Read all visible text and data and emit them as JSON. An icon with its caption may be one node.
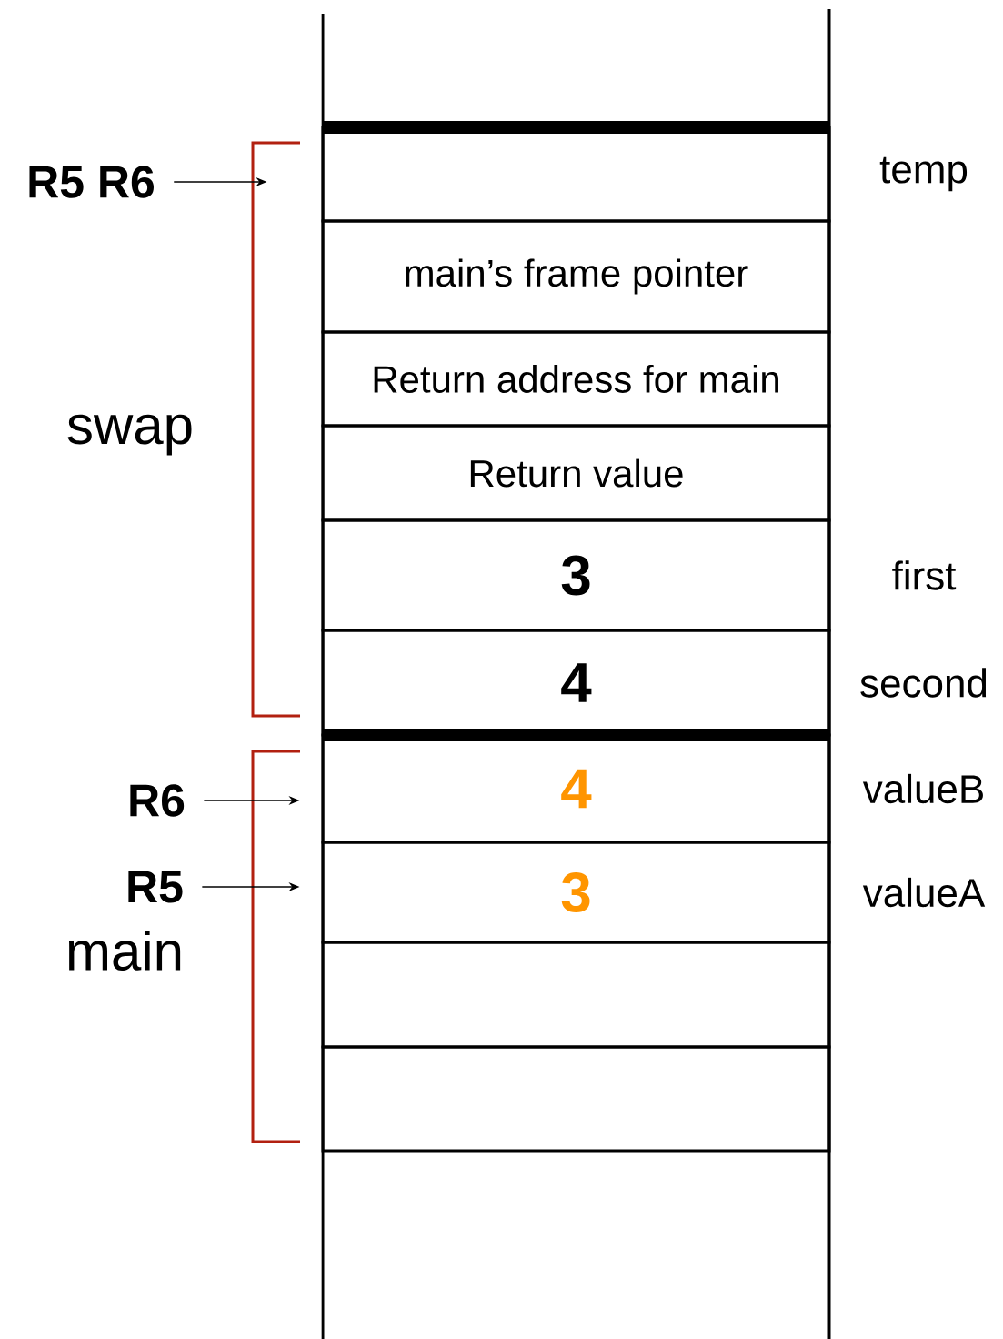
{
  "diagram": {
    "nodes": [
      {
        "text": [
          "R5 R6"
        ]
      },
      {
        "text": [],
        "shape": "box",
        "beside": [
          "temp"
        ]
      },
      {
        "text": [
          "main’s frame pointer"
        ]
      },
      {
        "text": [
          "Return address for main"
        ]
      },
      {
        "text": [
          "Return value"
        ]
      },
      {
        "text": [
          "3"
        ],
        "beside": [
          "first"
        ]
      },
      {
        "text": [
          "4"
        ],
        "beside": [
          "second"
        ]
      },
      {
        "text": [
          "R6"
        ]
      },
      {
        "text": [
          "4"
        ],
        "beside": [
          "valueB"
        ]
      },
      {
        "text": [
          "R5"
        ]
      },
      {
        "text": [
          "3"
        ],
        "beside": [
          "valueA"
        ]
      },
      {
        "text": [],
        "shape": "box"
      },
      {
        "text": [],
        "shape": "box"
      }
    ],
    "edges": [
      {
        "from": 0,
        "to": 1,
        "arrow": "to"
      },
      {
        "from": 7,
        "to": 8,
        "arrow": "to"
      },
      {
        "from": 9,
        "to": 10,
        "arrow": "to"
      }
    ],
    "labels": [
      "swap",
      "main"
    ]
  }
}
